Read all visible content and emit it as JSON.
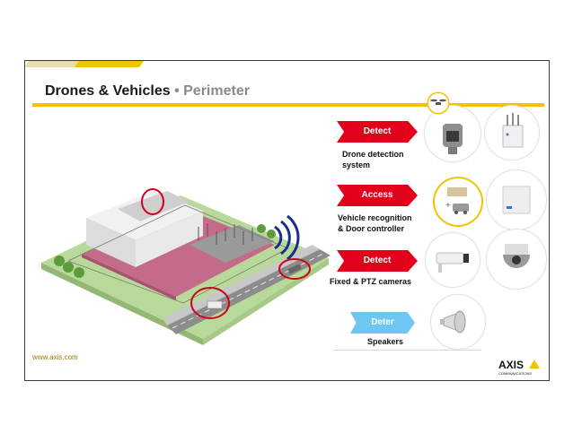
{
  "header": {
    "title_main": "Drones & Vehicles",
    "title_sep": " • ",
    "title_sub": "Perimeter"
  },
  "footer": {
    "url": "www.axis.com",
    "logo_text": "AXIS",
    "logo_sub": "COMMUNICATIONS"
  },
  "solutions": [
    {
      "tag": "Detect",
      "color": "red",
      "caption_line1": "Drone detection",
      "caption_line2": "system"
    },
    {
      "tag": "Access",
      "color": "red",
      "caption_line1": "Vehicle recognition",
      "caption_line2": "& Door controller"
    },
    {
      "tag": "Detect",
      "color": "red",
      "caption_line1": "Fixed & PTZ cameras",
      "caption_line2": ""
    },
    {
      "tag": "Deter",
      "color": "blue",
      "caption_line1": "Speakers",
      "caption_line2": ""
    }
  ],
  "colors": {
    "brand_yellow": "#f2c300",
    "tag_red": "#e3001b",
    "tag_blue": "#6ec6f2",
    "highlight_red": "#d0021b"
  },
  "icons": {
    "drone": "drone-icon",
    "ptz": "ptz-camera-icon",
    "radar": "radar-sensor-icon",
    "lpr": "box-camera-icon",
    "car": "car-icon",
    "door": "door-controller-icon",
    "bullet": "bullet-camera-icon",
    "dome": "dome-camera-icon",
    "horn": "horn-speaker-icon"
  }
}
